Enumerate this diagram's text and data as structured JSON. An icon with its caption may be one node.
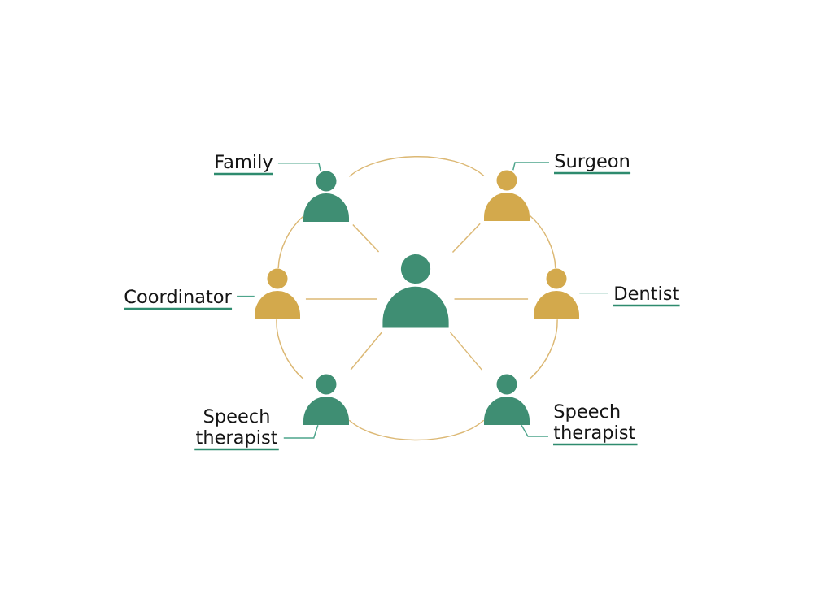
{
  "diagram": {
    "nodes": [
      {
        "text": [
          "Family"
        ]
      },
      {
        "text": [],
        "shape": "person"
      },
      {
        "text": [],
        "shape": "person"
      },
      {
        "text": [
          "Surgeon"
        ]
      },
      {
        "text": [
          "Coordinator"
        ]
      },
      {
        "text": [],
        "shape": "person"
      },
      {
        "text": [],
        "shape": "person"
      },
      {
        "text": [],
        "shape": "person"
      },
      {
        "text": [
          "Dentist"
        ]
      },
      {
        "text": [
          "Speech therapist"
        ]
      },
      {
        "text": [],
        "shape": "person"
      },
      {
        "text": [],
        "shape": "person"
      },
      {
        "text": [
          "Speech therapist"
        ]
      }
    ],
    "edges": [
      {
        "from": 6,
        "to": 1,
        "arrow": "none"
      },
      {
        "from": 6,
        "to": 2,
        "arrow": "none"
      },
      {
        "from": 6,
        "to": 5,
        "arrow": "none"
      },
      {
        "from": 6,
        "to": 7,
        "arrow": "none"
      },
      {
        "from": 6,
        "to": 10,
        "arrow": "none"
      },
      {
        "from": 6,
        "to": 11,
        "arrow": "none"
      },
      {
        "from": 1,
        "to": 2,
        "arrow": "none"
      },
      {
        "from": 2,
        "to": 7,
        "arrow": "none"
      },
      {
        "from": 7,
        "to": 11,
        "arrow": "none"
      },
      {
        "from": 11,
        "to": 10,
        "arrow": "none"
      },
      {
        "from": 10,
        "to": 5,
        "arrow": "none"
      },
      {
        "from": 5,
        "to": 1,
        "arrow": "none"
      },
      {
        "from": 0,
        "to": 1,
        "arrow": "none",
        "color": "#4ea58c"
      },
      {
        "from": 3,
        "to": 2,
        "arrow": "none",
        "color": "#4ea58c"
      },
      {
        "from": 4,
        "to": 5,
        "arrow": "none",
        "color": "#4ea58c"
      },
      {
        "from": 8,
        "to": 7,
        "arrow": "none",
        "color": "#4ea58c"
      },
      {
        "from": 9,
        "to": 10,
        "arrow": "none",
        "color": "#4ea58c"
      },
      {
        "from": 12,
        "to": 11,
        "arrow": "none",
        "color": "#4ea58c"
      }
    ]
  }
}
